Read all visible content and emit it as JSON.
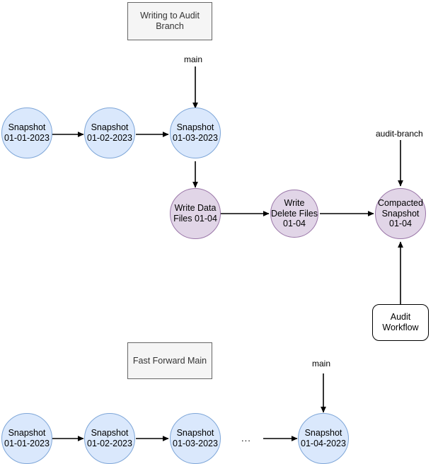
{
  "diagram": {
    "title_hidden": "Iceberg audit branch workflow",
    "colors": {
      "snapshot_fill": "#dae8fc",
      "snapshot_stroke": "#7ea6d8",
      "write_fill": "#e1d5e7",
      "write_stroke": "#9a76a8",
      "label_fill": "#f5f5f5",
      "label_stroke": "#666666",
      "box_fill": "#ffffff",
      "box_stroke": "#000000",
      "edge_stroke": "#000000"
    },
    "sections": [
      {
        "id": "writing-to-audit-branch",
        "label": "Writing to Audit\nBranch"
      },
      {
        "id": "fast-forward-main",
        "label": "Fast Forward Main"
      }
    ],
    "branch_labels": {
      "main_top": "main",
      "audit_branch": "audit-branch",
      "main_bottom": "main"
    },
    "top_row_snapshots": [
      {
        "id": "snap-01-01-top",
        "label": "Snapshot\n01-01-2023"
      },
      {
        "id": "snap-01-02-top",
        "label": "Snapshot\n01-02-2023"
      },
      {
        "id": "snap-01-03-top",
        "label": "Snapshot\n01-03-2023"
      }
    ],
    "write_nodes": [
      {
        "id": "write-data-files",
        "label": "Write Data\nFiles 01-04"
      },
      {
        "id": "write-delete-files",
        "label": "Write\nDelete Files\n01-04"
      },
      {
        "id": "compacted-snapshot",
        "label": "Compacted\nSnapshot\n01-04"
      }
    ],
    "audit_workflow": {
      "id": "audit-workflow",
      "label": "Audit\nWorkflow"
    },
    "bottom_row_snapshots": [
      {
        "id": "snap-01-01-bottom",
        "label": "Snapshot\n01-01-2023"
      },
      {
        "id": "snap-01-02-bottom",
        "label": "Snapshot\n01-02-2023"
      },
      {
        "id": "snap-01-03-bottom",
        "label": "Snapshot\n01-03-2023"
      },
      {
        "id": "snap-01-04-bottom",
        "label": "Snapshot\n01-04-2023"
      }
    ],
    "ellipsis": "..."
  }
}
